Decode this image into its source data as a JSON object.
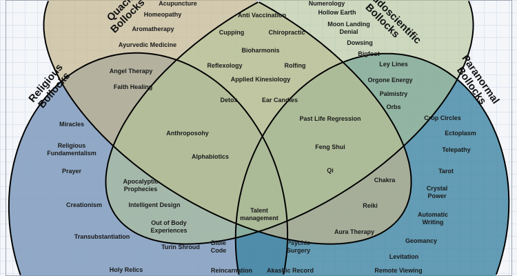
{
  "sets": {
    "quack": "Quack Bollocks",
    "pseudo": "Pseudoscientific Bollocks",
    "religious": "Religious Bollocks",
    "paranormal": "Paranormal Bollocks"
  },
  "items": [
    "Acupuncture",
    "Homeopathy",
    "Aromatherapy",
    "Ayurvedic Medicine",
    "Anti Vaccination",
    "Cupping",
    "Chiropractic",
    "Bioharmonis",
    "Reflexology",
    "Rolfing",
    "Applied Kinesiology",
    "Detox",
    "Ear Candles",
    "Numerology",
    "Hollow Earth",
    "Moon Landing",
    "Denial",
    "Dowsing",
    "Bigfoot",
    "Ley Lines",
    "Orgone Energy",
    "Palmistry",
    "Orbs",
    "Angel Therapy",
    "Faith Healing",
    "Miracles",
    "Religious",
    "Fundamentalism",
    "Prayer",
    "Creationism",
    "Transubstantiation",
    "Holy Relics",
    "Anthroposohy",
    "Alphabiotics",
    "Past Life Regression",
    "Feng Shui",
    "Qi",
    "Apocalyptic",
    "Prophecies",
    "Intelligent Design",
    "Out of Body",
    "Experiences",
    "Turin Shroud",
    "Talent",
    "management",
    "Bible",
    "Code",
    "Psychic",
    "Surgery",
    "Chakra",
    "Reiki",
    "Aura Therapy",
    "Crop Circles",
    "Ectoplasm",
    "Telepathy",
    "Tarot",
    "Crystal",
    "Power",
    "Automatic",
    "Writing",
    "Geomancy",
    "Levitation",
    "Remote Viewing",
    "Reincarnation",
    "Akashic Record"
  ],
  "colors": {
    "religious": "#7f9bbd",
    "paranormal": "#3f86a3",
    "quack": "#b3a98a",
    "pseudo": "#a9b88e"
  }
}
